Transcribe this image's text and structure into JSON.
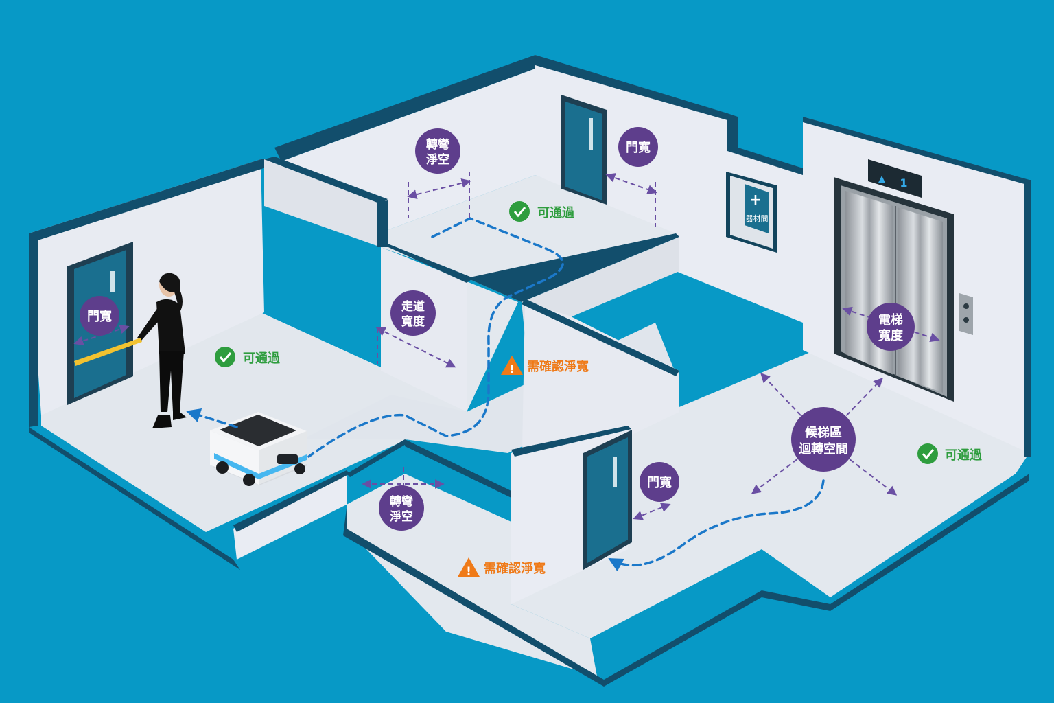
{
  "colors": {
    "background": "#0799c6",
    "floor": "#e3e8ee",
    "wall_face": "#e9ecf3",
    "wall_edge": "#124e6c",
    "door": "#1a6f8f",
    "bubble": "#5e3e8c",
    "measure_arrow": "#6a4fa3",
    "path": "#1b78c9",
    "ok": "#2e9d3e",
    "warning": "#ef7a18"
  },
  "labels": {
    "door_width": "門寬",
    "turn_clearance_line1": "轉彎",
    "turn_clearance_line2": "淨空",
    "corridor_width_line1": "走道",
    "corridor_width_line2": "寬度",
    "elevator_width_line1": "電梯",
    "elevator_width_line2": "寬度",
    "lobby_turning_line1": "候梯區",
    "lobby_turning_line2": "迴轉空間",
    "passable": "可通過",
    "confirm_clear_width": "需確認淨寬",
    "equipment_room": "器材間",
    "equipment_plus": "+",
    "elevator_floor_indicator": "1",
    "elevator_direction_icon": "▲"
  }
}
